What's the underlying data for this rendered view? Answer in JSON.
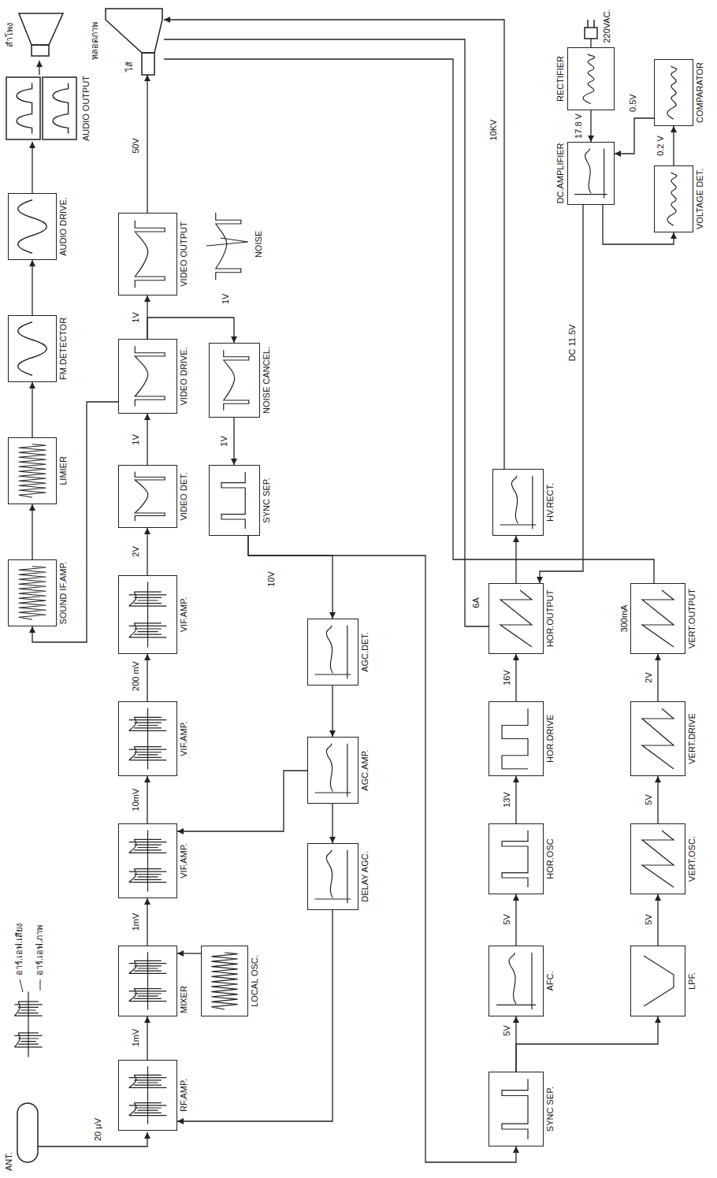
{
  "diagram": {
    "nodes": [
      {
        "text": [
          "SOUND IF.AMP."
        ]
      },
      {
        "text": [
          "LIMIER"
        ]
      },
      {
        "text": [
          "FM.DETECTOR"
        ]
      },
      {
        "text": [
          "AUDIO DRIVE."
        ]
      },
      {
        "text": [
          "AUDIO OUTPUT"
        ]
      },
      {
        "text": [
          "ลำโพง"
        ]
      },
      {
        "text": [
          "RF.AMP."
        ]
      },
      {
        "text": [
          "MIXER"
        ]
      },
      {
        "text": [
          "VIF.AMP."
        ]
      },
      {
        "text": [
          "VIF.AMP."
        ]
      },
      {
        "text": [
          "VIF.AMP."
        ]
      },
      {
        "text": [
          "VIDEO DET."
        ]
      },
      {
        "text": [
          "VIDEO DRIVE."
        ]
      },
      {
        "text": [
          "VIDEO OUTPUT"
        ]
      },
      {
        "text": [
          "หลอดภาพ"
        ]
      },
      {
        "text": [
          "LOCAL OSC."
        ]
      },
      {
        "text": [
          "SYNC SEP."
        ]
      },
      {
        "text": [
          "NOISE CANCEL."
        ]
      },
      {
        "text": [
          "DELAY AGC."
        ]
      },
      {
        "text": [
          "AGC.AMP."
        ]
      },
      {
        "text": [
          "AGC.DET."
        ]
      },
      {
        "text": [
          "SYNC SEP."
        ]
      },
      {
        "text": [
          "AFC."
        ]
      },
      {
        "text": [
          "HOR.OSC"
        ]
      },
      {
        "text": [
          "HOR.DRIVE"
        ]
      },
      {
        "text": [
          "HOR.OUTPUT"
        ]
      },
      {
        "text": [
          "HV.RECT."
        ]
      },
      {
        "text": [
          "LPF."
        ]
      },
      {
        "text": [
          "VERT.OSC."
        ]
      },
      {
        "text": [
          "VERT.DRIVE"
        ]
      },
      {
        "text": [
          "VERT.OUTPUT"
        ]
      },
      {
        "text": [
          "DC.AMPLIFIER"
        ]
      },
      {
        "text": [
          "RECTIFIER"
        ]
      },
      {
        "text": [
          "VOLTAGE DET."
        ]
      },
      {
        "text": [
          "COMPARATOR"
        ]
      }
    ],
    "edges": [
      {
        "from": 0,
        "to": 1,
        "arrow": "to"
      },
      {
        "from": 1,
        "to": 2,
        "arrow": "to"
      },
      {
        "from": 2,
        "to": 3,
        "arrow": "to"
      },
      {
        "from": 3,
        "to": 4,
        "arrow": "to"
      },
      {
        "from": 4,
        "to": 5,
        "arrow": "to"
      },
      {
        "from": 12,
        "to": 0,
        "arrow": "to"
      },
      {
        "from": 6,
        "to": 7,
        "arrow": "to"
      },
      {
        "from": 7,
        "to": 8,
        "arrow": "to"
      },
      {
        "from": 8,
        "to": 9,
        "arrow": "to"
      },
      {
        "from": 9,
        "to": 10,
        "arrow": "to"
      },
      {
        "from": 10,
        "to": 11,
        "arrow": "to"
      },
      {
        "from": 11,
        "to": 12,
        "arrow": "to"
      },
      {
        "from": 12,
        "to": 13,
        "arrow": "to"
      },
      {
        "from": 13,
        "to": 14,
        "arrow": "to"
      },
      {
        "from": 15,
        "to": 7,
        "arrow": "to"
      },
      {
        "from": 12,
        "to": 17,
        "arrow": "to"
      },
      {
        "from": 17,
        "to": 16,
        "arrow": "to"
      },
      {
        "from": 16,
        "to": 20,
        "arrow": "to"
      },
      {
        "from": 16,
        "to": 21,
        "arrow": "to"
      },
      {
        "from": 20,
        "to": 19,
        "arrow": "to"
      },
      {
        "from": 19,
        "to": 8,
        "arrow": "to"
      },
      {
        "from": 19,
        "to": 18,
        "arrow": "to"
      },
      {
        "from": 18,
        "to": 6,
        "arrow": "to"
      },
      {
        "from": 21,
        "to": 22,
        "arrow": "to"
      },
      {
        "from": 21,
        "to": 27,
        "arrow": "to"
      },
      {
        "from": 22,
        "to": 23,
        "arrow": "to"
      },
      {
        "from": 23,
        "to": 24,
        "arrow": "to"
      },
      {
        "from": 24,
        "to": 25,
        "arrow": "to"
      },
      {
        "from": 25,
        "to": 26,
        "arrow": "to"
      },
      {
        "from": 26,
        "to": 14,
        "arrow": "to"
      },
      {
        "from": 25,
        "to": 14,
        "arrow": "none"
      },
      {
        "from": 30,
        "to": 14,
        "arrow": "none"
      },
      {
        "from": 27,
        "to": 28,
        "arrow": "to"
      },
      {
        "from": 28,
        "to": 29,
        "arrow": "to"
      },
      {
        "from": 29,
        "to": 30,
        "arrow": "to"
      },
      {
        "from": 32,
        "to": 31,
        "arrow": "to"
      },
      {
        "from": 31,
        "to": 25,
        "arrow": "to"
      },
      {
        "from": 31,
        "to": 33,
        "arrow": "to"
      },
      {
        "from": 33,
        "to": 34,
        "arrow": "to"
      },
      {
        "from": 34,
        "to": 31,
        "arrow": "to"
      }
    ],
    "labels": [
      "ANT.",
      "20 μV",
      "อาร์.เอฟ.เสียง",
      "อาร์.เอฟ.ภาพ",
      "1mV",
      "1mV",
      "10mV",
      "200 mV",
      "2V",
      "1V",
      "1V",
      "50V",
      "ไส้",
      "1V",
      "NOISE",
      "1V",
      "10V",
      "5V",
      "5V",
      "13V",
      "16V",
      "6A",
      "10KV",
      "DC 11.5V",
      "17.8 V",
      "220VAC.",
      "0.5V",
      "0.2 V",
      "5V",
      "5V",
      "2V",
      "300mA"
    ]
  }
}
